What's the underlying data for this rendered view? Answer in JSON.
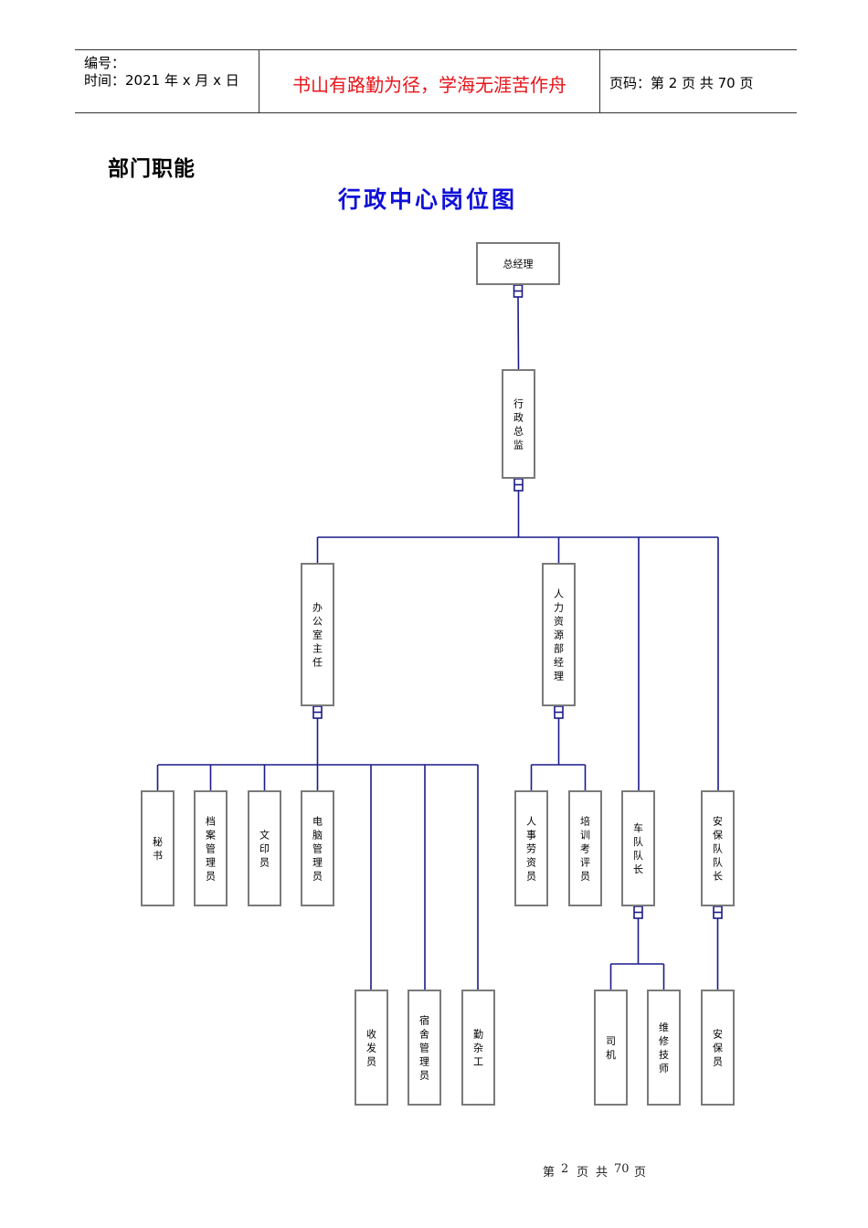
{
  "header": {
    "number_label": "编号：",
    "time_label": "时间：2021 年 x 月 x 日",
    "motto": "书山有路勤为径，学海无涯苦作舟",
    "page_info": "页码：第 2 页  共 70 页"
  },
  "section_title": "部门职能",
  "chart_title": "行政中心岗位图",
  "org": {
    "nodes": [
      {
        "id": "gm",
        "label": "总经理",
        "orientation": "horizontal"
      },
      {
        "id": "admin-director",
        "label": "行政总监",
        "parent": "gm"
      },
      {
        "id": "office-director",
        "label": "办公室主任",
        "parent": "admin-director"
      },
      {
        "id": "hr-manager",
        "label": "人力资源部经理",
        "parent": "admin-director"
      },
      {
        "id": "fleet-captain",
        "label": "车队队长",
        "parent": "admin-director"
      },
      {
        "id": "security-captain",
        "label": "安保队队长",
        "parent": "admin-director"
      },
      {
        "id": "secretary",
        "label": "秘书",
        "parent": "office-director"
      },
      {
        "id": "archivist",
        "label": "档案管理员",
        "parent": "office-director"
      },
      {
        "id": "clerk",
        "label": "文印员",
        "parent": "office-director"
      },
      {
        "id": "it-admin",
        "label": "电脑管理员",
        "parent": "office-director"
      },
      {
        "id": "mail-clerk",
        "label": "收发员",
        "parent": "office-director"
      },
      {
        "id": "dorm-manager",
        "label": "宿舍管理员",
        "parent": "office-director"
      },
      {
        "id": "handyman",
        "label": "勤杂工",
        "parent": "office-director"
      },
      {
        "id": "hr-payroll",
        "label": "人事劳资员",
        "parent": "hr-manager"
      },
      {
        "id": "trainer",
        "label": "培训考评员",
        "parent": "hr-manager"
      },
      {
        "id": "driver",
        "label": "司机",
        "parent": "fleet-captain"
      },
      {
        "id": "technician",
        "label": "维修技师",
        "parent": "fleet-captain"
      },
      {
        "id": "guard",
        "label": "安保员",
        "parent": "security-captain"
      }
    ]
  },
  "colors": {
    "motto": "#e8141a",
    "chart_title": "#1010d8",
    "connector": "#1a1a8c",
    "box_border": "#7a7a7a"
  },
  "footer": {
    "di": "第",
    "page": "2",
    "ye1": "页",
    "gong": "共",
    "total": "70",
    "ye2": "页"
  }
}
